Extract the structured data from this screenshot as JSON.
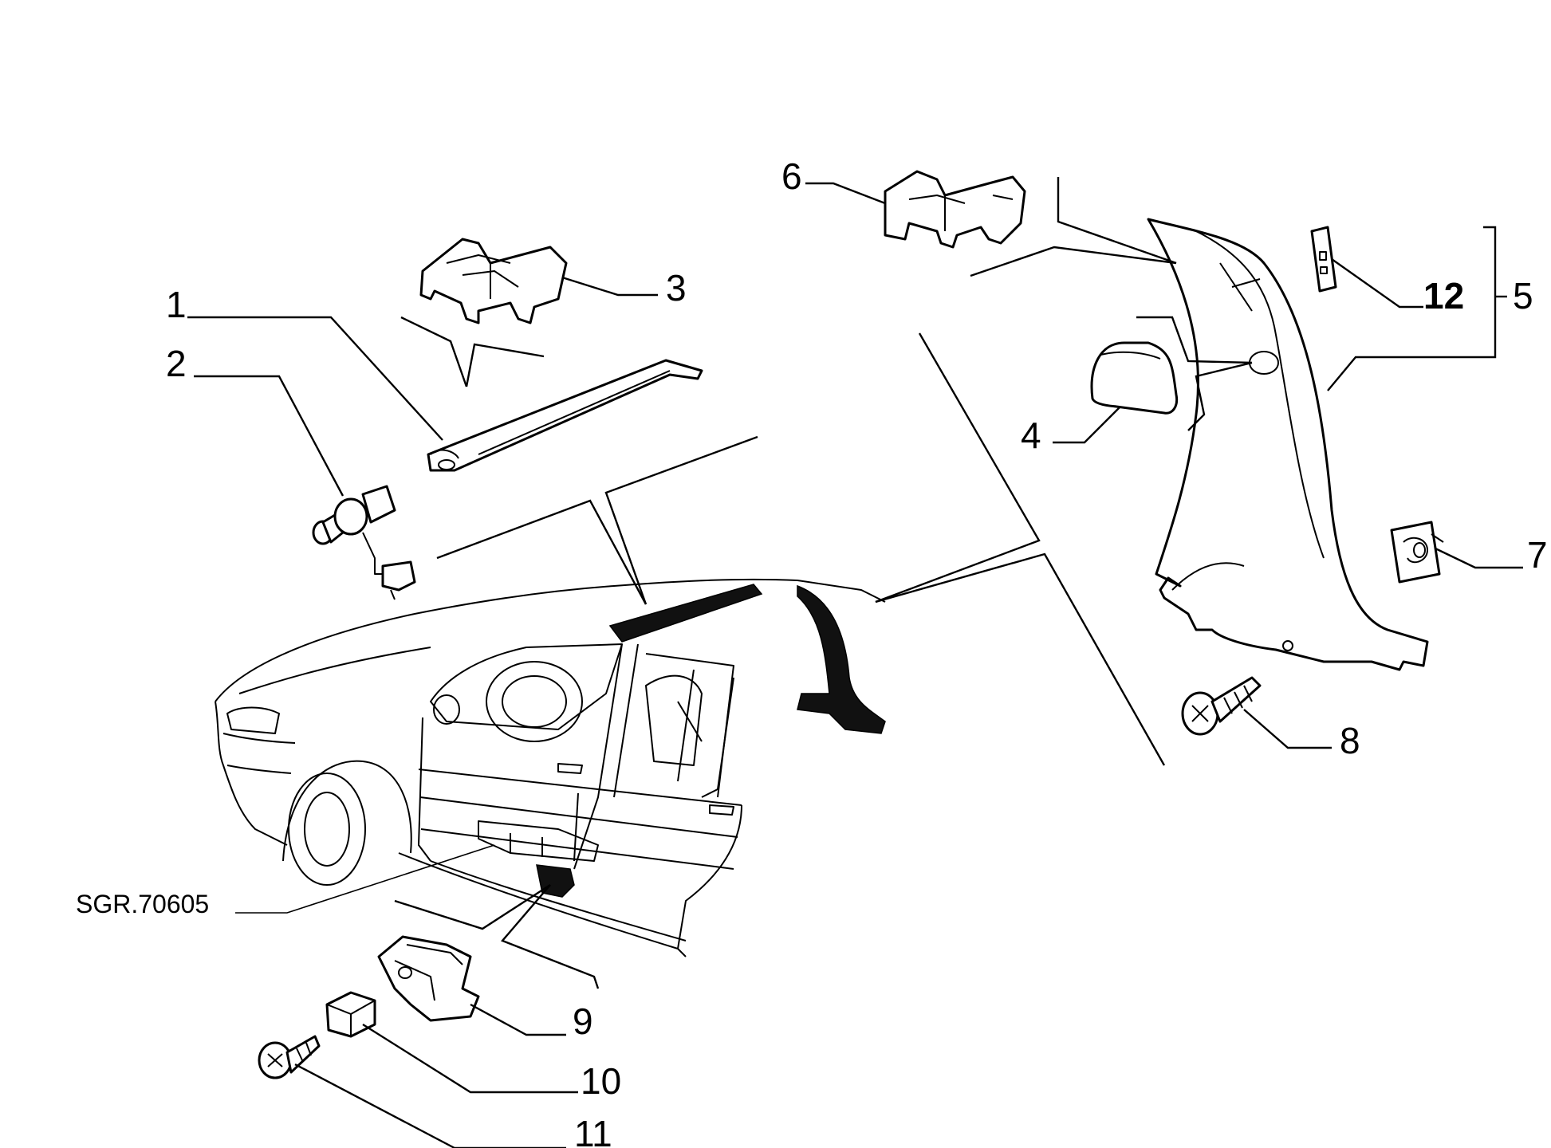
{
  "diagram": {
    "reference_code": "SGR.70605",
    "callouts": [
      {
        "id": "1",
        "label": "1"
      },
      {
        "id": "2",
        "label": "2"
      },
      {
        "id": "3",
        "label": "3"
      },
      {
        "id": "4",
        "label": "4"
      },
      {
        "id": "5",
        "label": "5"
      },
      {
        "id": "6",
        "label": "6"
      },
      {
        "id": "7",
        "label": "7"
      },
      {
        "id": "8",
        "label": "8"
      },
      {
        "id": "9",
        "label": "9"
      },
      {
        "id": "10",
        "label": "10"
      },
      {
        "id": "11",
        "label": "11"
      },
      {
        "id": "12",
        "label": "12"
      }
    ]
  }
}
